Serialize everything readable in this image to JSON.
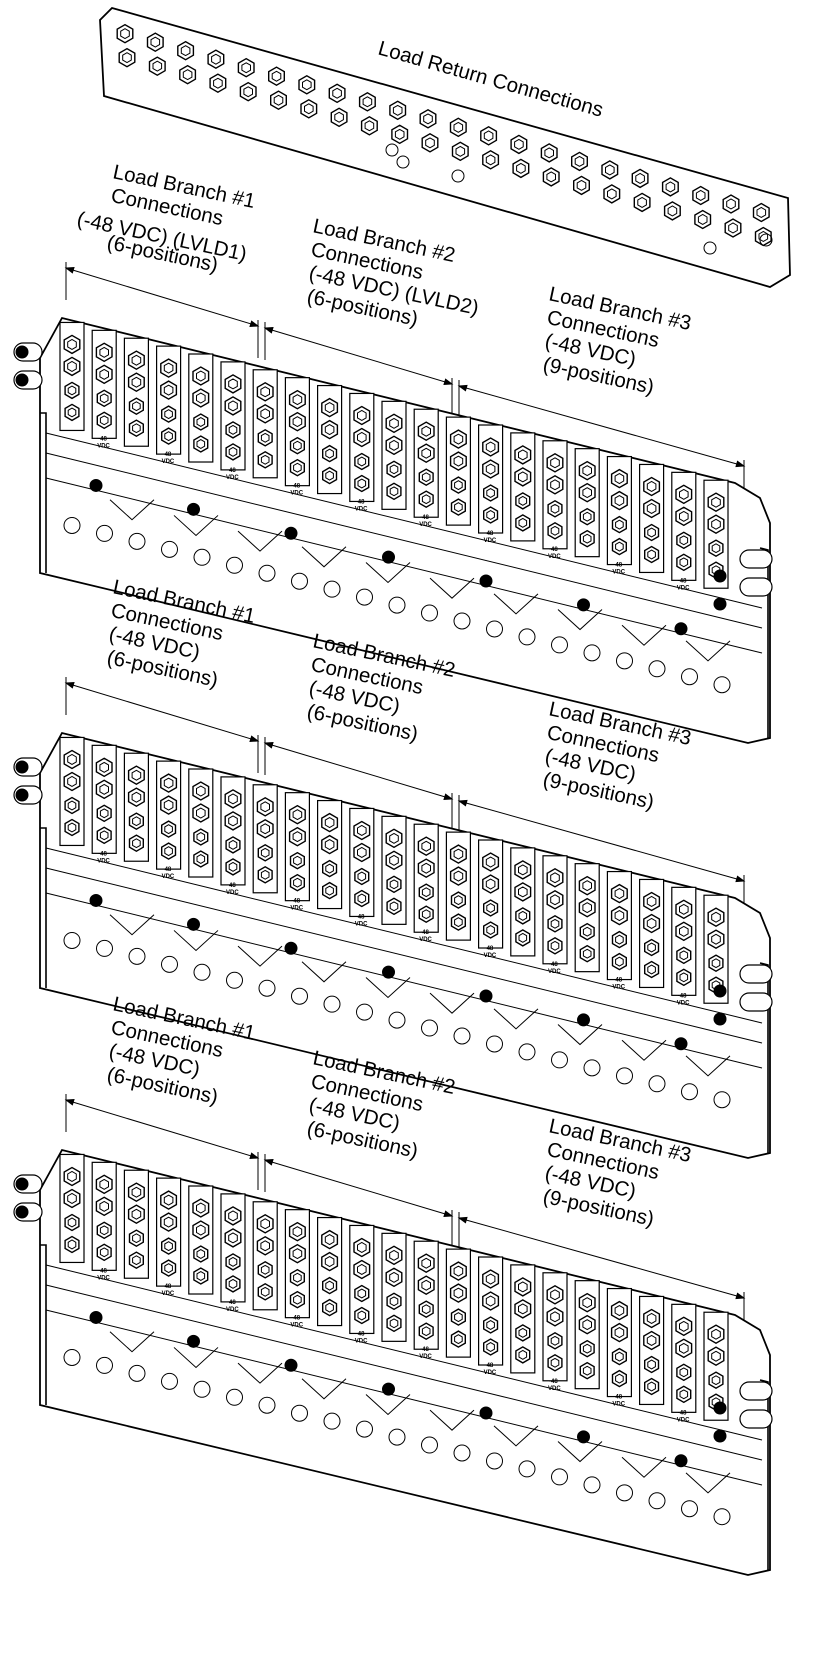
{
  "return_bar": {
    "label": "Load Return Connections"
  },
  "assemblies": [
    {
      "branches": [
        {
          "lines": [
            "Load Branch #1",
            "Connections",
            "(-48 VDC) (LVLD1)",
            "(6-positions)"
          ]
        },
        {
          "lines": [
            "Load Branch #2",
            "Connections",
            "(-48 VDC) (LVLD2)",
            "(6-positions)"
          ]
        },
        {
          "lines": [
            "Load Branch #3",
            "Connections",
            "(-48 VDC)",
            "(9-positions)"
          ]
        }
      ]
    },
    {
      "branches": [
        {
          "lines": [
            "Load Branch #1",
            "Connections",
            "(-48 VDC)",
            "(6-positions)"
          ]
        },
        {
          "lines": [
            "Load Branch #2",
            "Connections",
            "(-48 VDC)",
            "(6-positions)"
          ]
        },
        {
          "lines": [
            "Load Branch #3",
            "Connections",
            "(-48 VDC)",
            "(9-positions)"
          ]
        }
      ]
    },
    {
      "branches": [
        {
          "lines": [
            "Load Branch #1",
            "Connections",
            "(-48 VDC)",
            "(6-positions)"
          ]
        },
        {
          "lines": [
            "Load Branch #2",
            "Connections",
            "(-48 VDC)",
            "(6-positions)"
          ]
        },
        {
          "lines": [
            "Load Branch #3",
            "Connections",
            "(-48 VDC)",
            "(9-positions)"
          ]
        }
      ]
    }
  ],
  "terminal_marking": [
    "-48",
    "VDC"
  ]
}
